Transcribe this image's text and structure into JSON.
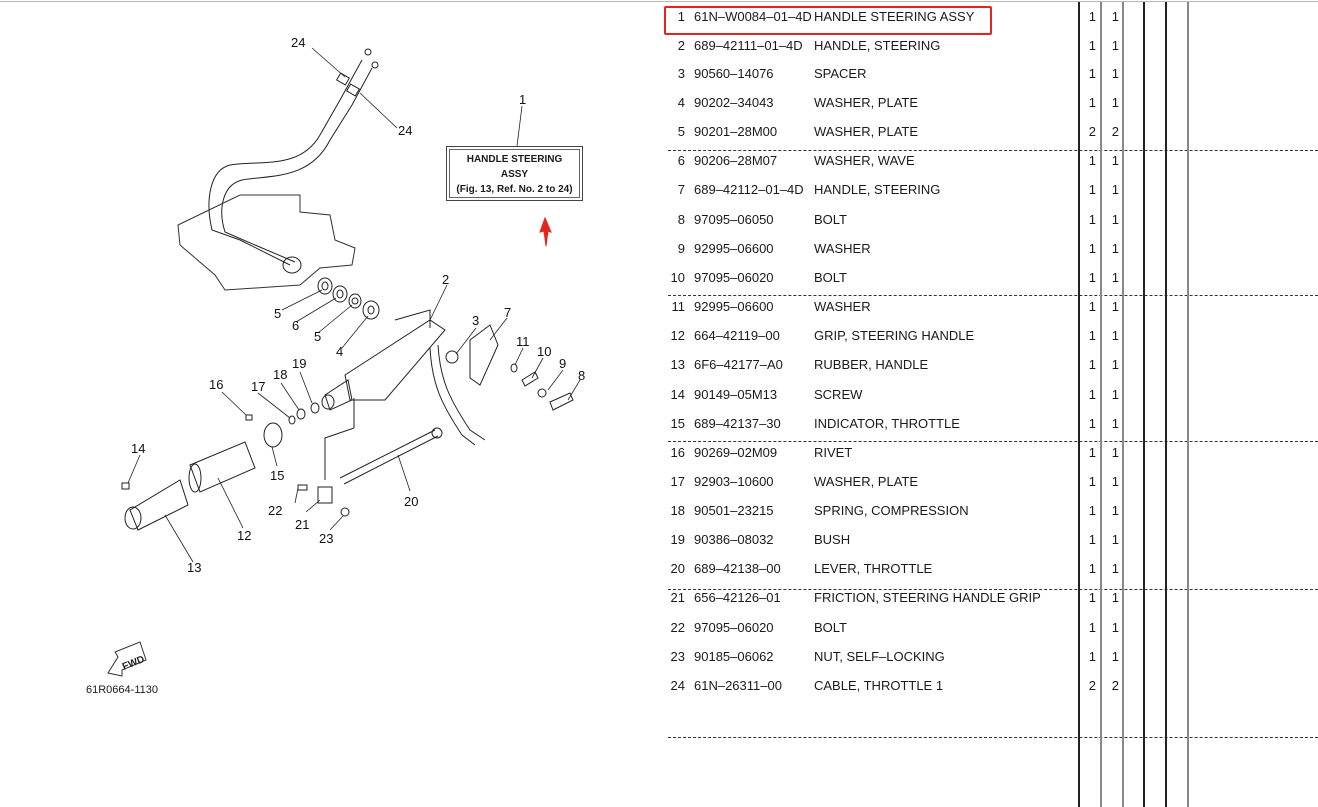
{
  "diagram": {
    "assembly_label": {
      "ref": "1",
      "line1": "HANDLE  STEERING",
      "line2": "ASSY",
      "line3": "(Fig. 13, Ref. No. 2 to 24)"
    },
    "drawing_id": "61R0664-1130",
    "fwd_label": "FWD",
    "callouts": [
      "1",
      "2",
      "3",
      "4",
      "5",
      "5",
      "6",
      "7",
      "8",
      "9",
      "10",
      "11",
      "12",
      "13",
      "14",
      "15",
      "16",
      "17",
      "18",
      "19",
      "20",
      "21",
      "22",
      "23",
      "24",
      "24"
    ],
    "annotation_arrow_color": "#e8221c"
  },
  "highlight": {
    "color": "#e8221c",
    "row_ref": "1"
  },
  "parts": [
    {
      "ref": "1",
      "part_no": "61N–W0084–01–4D",
      "description": "HANDLE STEERING ASSY",
      "q1": "1",
      "q2": "1"
    },
    {
      "ref": "2",
      "part_no": "689–42111–01–4D",
      "description": "HANDLE, STEERING",
      "q1": "1",
      "q2": "1"
    },
    {
      "ref": "3",
      "part_no": "90560–14076",
      "description": "SPACER",
      "q1": "1",
      "q2": "1"
    },
    {
      "ref": "4",
      "part_no": "90202–34043",
      "description": "WASHER, PLATE",
      "q1": "1",
      "q2": "1"
    },
    {
      "ref": "5",
      "part_no": "90201–28M00",
      "description": "WASHER, PLATE",
      "q1": "2",
      "q2": "2"
    },
    {
      "ref": "6",
      "part_no": "90206–28M07",
      "description": "WASHER, WAVE",
      "q1": "1",
      "q2": "1"
    },
    {
      "ref": "7",
      "part_no": "689–42112–01–4D",
      "description": "HANDLE, STEERING",
      "q1": "1",
      "q2": "1"
    },
    {
      "ref": "8",
      "part_no": "97095–06050",
      "description": "BOLT",
      "q1": "1",
      "q2": "1"
    },
    {
      "ref": "9",
      "part_no": "92995–06600",
      "description": "WASHER",
      "q1": "1",
      "q2": "1"
    },
    {
      "ref": "10",
      "part_no": "97095–06020",
      "description": "BOLT",
      "q1": "1",
      "q2": "1"
    },
    {
      "ref": "11",
      "part_no": "92995–06600",
      "description": "WASHER",
      "q1": "1",
      "q2": "1"
    },
    {
      "ref": "12",
      "part_no": "664–42119–00",
      "description": "GRIP, STEERING HANDLE",
      "q1": "1",
      "q2": "1"
    },
    {
      "ref": "13",
      "part_no": "6F6–42177–A0",
      "description": "RUBBER, HANDLE",
      "q1": "1",
      "q2": "1"
    },
    {
      "ref": "14",
      "part_no": "90149–05M13",
      "description": "SCREW",
      "q1": "1",
      "q2": "1"
    },
    {
      "ref": "15",
      "part_no": "689–42137–30",
      "description": "INDICATOR, THROTTLE",
      "q1": "1",
      "q2": "1"
    },
    {
      "ref": "16",
      "part_no": "90269–02M09",
      "description": "RIVET",
      "q1": "1",
      "q2": "1"
    },
    {
      "ref": "17",
      "part_no": "92903–10600",
      "description": "WASHER, PLATE",
      "q1": "1",
      "q2": "1"
    },
    {
      "ref": "18",
      "part_no": "90501–23215",
      "description": "SPRING, COMPRESSION",
      "q1": "1",
      "q2": "1"
    },
    {
      "ref": "19",
      "part_no": "90386–08032",
      "description": "BUSH",
      "q1": "1",
      "q2": "1"
    },
    {
      "ref": "20",
      "part_no": "689–42138–00",
      "description": "LEVER, THROTTLE",
      "q1": "1",
      "q2": "1"
    },
    {
      "ref": "21",
      "part_no": "656–42126–01",
      "description": "FRICTION, STEERING HANDLE GRIP",
      "q1": "1",
      "q2": "1"
    },
    {
      "ref": "22",
      "part_no": "97095–06020",
      "description": "BOLT",
      "q1": "1",
      "q2": "1"
    },
    {
      "ref": "23",
      "part_no": "90185–06062",
      "description": "NUT, SELF–LOCKING",
      "q1": "1",
      "q2": "1"
    },
    {
      "ref": "24",
      "part_no": "61N–26311–00",
      "description": "CABLE, THROTTLE 1",
      "q1": "2",
      "q2": "2"
    }
  ]
}
